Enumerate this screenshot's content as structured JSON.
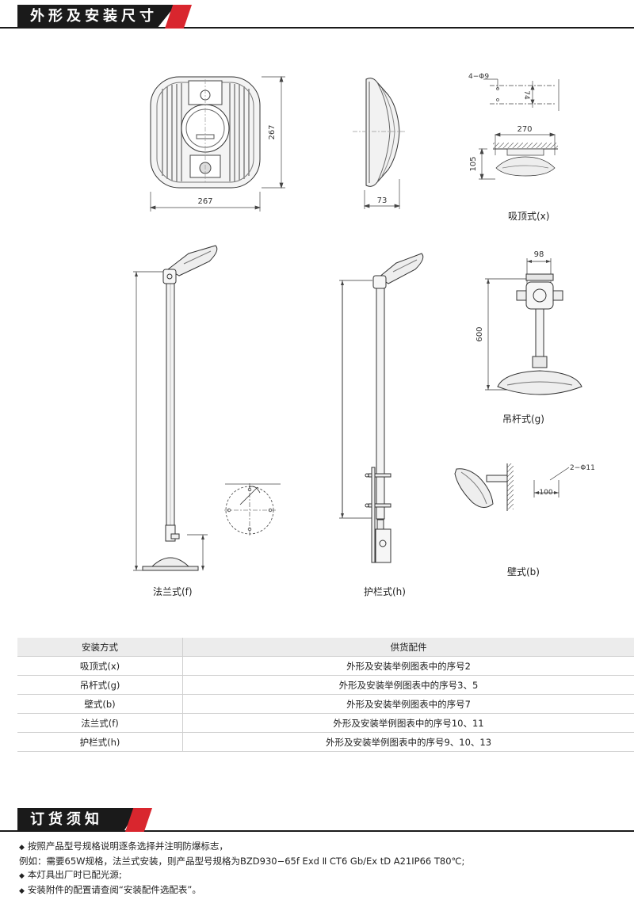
{
  "header": {
    "title": "外形及安装尺寸"
  },
  "dims": {
    "w267": "267",
    "h267": "267",
    "d73": "73",
    "holes": "4−Φ9",
    "pitch": "74",
    "w270": "270",
    "h105": "105",
    "w98": "98",
    "h600": "600",
    "holes2": "2−Φ11",
    "d100": "100"
  },
  "captions": {
    "ceiling": "吸顶式(x)",
    "pendant": "吊杆式(g)",
    "wall": "壁式(b)",
    "flange": "法兰式(f)",
    "guardrail": "护栏式(h)"
  },
  "table": {
    "headers": [
      "安装方式",
      "供货配件"
    ],
    "rows": [
      [
        "吸顶式(x)",
        "外形及安装举例图表中的序号2"
      ],
      [
        "吊杆式(g)",
        "外形及安装举例图表中的序号3、5"
      ],
      [
        "壁式(b)",
        "外形及安装举例图表中的序号7"
      ],
      [
        "法兰式(f)",
        "外形及安装举例图表中的序号10、11"
      ],
      [
        "护栏式(h)",
        "外形及安装举例图表中的序号9、10、13"
      ]
    ]
  },
  "ordering": {
    "title": "订货须知",
    "bullet": "◆",
    "lines": [
      "按照产品型号规格说明逐条选择并注明防爆标志，",
      "例如：需要65W规格，法兰式安装，则产品型号规格为BZD930−65f Exd Ⅱ CT6 Gb/Ex tD A21IP66 T80℃;",
      "本灯具出厂时已配光源;",
      "安装附件的配置请查阅“安装配件选配表”。"
    ]
  }
}
